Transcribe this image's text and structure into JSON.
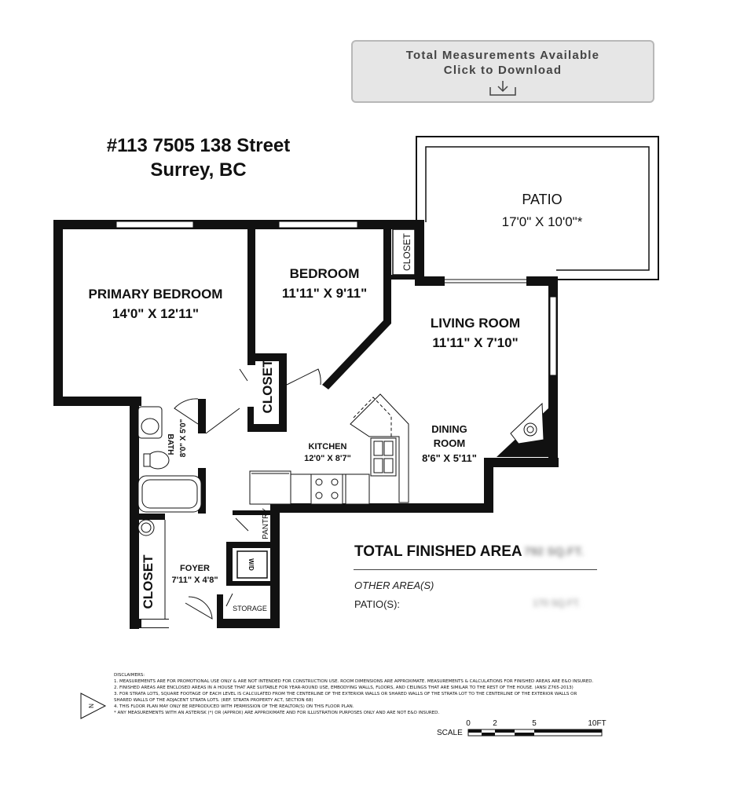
{
  "download": {
    "line1": "Total Measurements Available",
    "line2": "Click to Download",
    "icon": "download-icon"
  },
  "address": {
    "line1": "#113 7505 138 Street",
    "line2": "Surrey, BC"
  },
  "rooms": {
    "patio": {
      "name": "PATIO",
      "dims": "17'0\" X 10'0\"*"
    },
    "bedroom": {
      "name": "BEDROOM",
      "dims": "11'11\" X 9'11\""
    },
    "primary": {
      "name": "PRIMARY BEDROOM",
      "dims": "14'0\" X 12'11\""
    },
    "living": {
      "name": "LIVING ROOM",
      "dims": "11'11\" X 7'10\""
    },
    "dining": {
      "name": "DINING",
      "name2": "ROOM",
      "dims": "8'6\" X 5'11\""
    },
    "kitchen": {
      "name": "KITCHEN",
      "dims": "12'0\" X 8'7\""
    },
    "bath": {
      "name": "BATH",
      "dims": "8'0\" X 5'0\""
    },
    "foyer": {
      "name": "FOYER",
      "dims": "7'11\" X 4'8\""
    },
    "closet_top": "CLOSET",
    "closet_mid": "CLOSET",
    "closet_foyer": "CLOSET",
    "pantry": "PANTRY",
    "wd": "W/D",
    "storage": "STORAGE"
  },
  "totals": {
    "finished_label": "TOTAL FINISHED AREA",
    "finished_value": "792 SQ.FT.",
    "other_label": "OTHER AREA(S)",
    "patio_label": "PATIO(S):",
    "patio_value": "170 SQ.FT."
  },
  "disclaimers": [
    "DISCLAIMERS:",
    "1. MEASUREMENTS ARE FOR PROMOTIONAL USE ONLY & ARE NOT INTENDED FOR CONSTRUCTION USE. ROOM DIMENSIONS ARE APPROXIMATE. MEASUREMENTS & CALCULATIONS FOR FINISHED AREAS ARE E&O INSURED.",
    "2. FINISHED AREAS ARE ENCLOSED AREAS IN A HOUSE THAT ARE SUITABLE FOR YEAR-ROUND USE, EMBODYING WALLS, FLOORS, AND CEILINGS THAT ARE SIMILAR TO THE REST OF THE HOUSE. (ANSI Z765-2013)",
    "3. FOR STRATA LOTS, SQUARE FOOTAGE OF EACH LEVEL IS CALCULATED FROM THE CENTERLINE OF THE EXTERIOR WALLS OR SHARED WALLS OF THE STRATA LOT TO THE CENTERLINE OF THE EXTERIOR WALLS OR",
    "SHARED WALLS OF THE ADJACENT STRATA LOTS. (REF. STRATA PROPERTY ACT, SECTION 68)",
    "4. THIS FLOOR PLAN MAY ONLY BE REPRODUCED WITH PERMISSION OF THE REALTOR(S) ON THIS FLOOR PLAN.",
    "* ANY MEASUREMENTS WITH AN ASTERISK (*) OR (APPROX) ARE APPROXIMATE AND FOR ILLUSTRATION PURPOSES ONLY AND ARE NOT E&O INSURED."
  ],
  "compass": {
    "label": "N"
  },
  "scale": {
    "label": "SCALE",
    "ticks": [
      "0",
      "2",
      "5",
      "10FT"
    ]
  },
  "colors": {
    "wall": "#111111",
    "button_bg": "#e6e6e6",
    "button_border": "#b8b8b8"
  }
}
